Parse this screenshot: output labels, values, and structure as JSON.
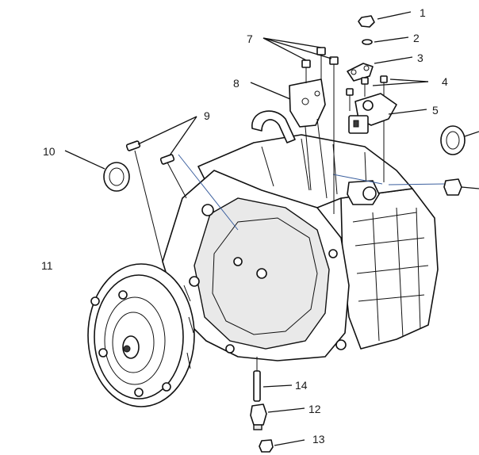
{
  "diagram": {
    "callouts": [
      {
        "id": "1",
        "label": "1"
      },
      {
        "id": "2",
        "label": "2"
      },
      {
        "id": "3",
        "label": "3"
      },
      {
        "id": "4",
        "label": "4"
      },
      {
        "id": "5",
        "label": "5"
      },
      {
        "id": "7",
        "label": "7"
      },
      {
        "id": "8",
        "label": "8"
      },
      {
        "id": "9",
        "label": "9"
      },
      {
        "id": "10",
        "label": "10"
      },
      {
        "id": "11",
        "label": "11"
      },
      {
        "id": "12",
        "label": "12"
      },
      {
        "id": "13",
        "label": "13"
      },
      {
        "id": "14",
        "label": "14"
      }
    ],
    "colors": {
      "line": "#111111",
      "leader_blue": "#3b5f9e",
      "background": "#ffffff"
    }
  }
}
